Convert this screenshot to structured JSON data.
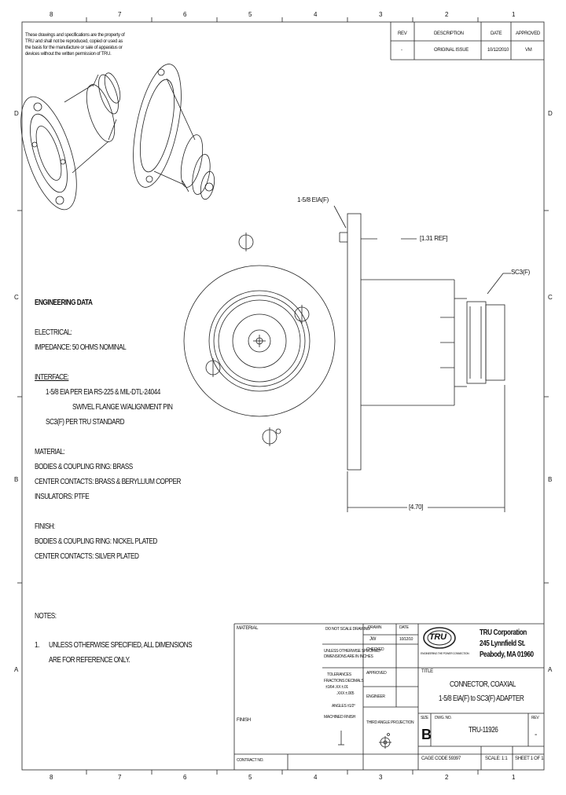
{
  "zone_labels_top": [
    "8",
    "7",
    "6",
    "5",
    "4",
    "3",
    "2",
    "1"
  ],
  "zone_labels_bottom": [
    "8",
    "7",
    "6",
    "5",
    "4",
    "3",
    "2",
    "1"
  ],
  "zone_labels_left": [
    "D",
    "C",
    "B",
    "A"
  ],
  "zone_labels_right": [
    "D",
    "C",
    "B",
    "A"
  ],
  "disclaimer": [
    "These drawings and specifications are the property of",
    "TRU and shall not be reproduced, copied or used as",
    "the basis for the manufacture or sale of apparatus or",
    "devices without the written permission of TRU."
  ],
  "revision_table": {
    "headers": [
      "REV",
      "DESCRIPTION",
      "DATE",
      "APPROVED"
    ],
    "row": [
      "-",
      "ORIGINAL ISSUE",
      "10/12/2010",
      "VM"
    ]
  },
  "callouts": {
    "eia": "1-5/8 EIA(F)",
    "dim1": "[1.31 REF]",
    "sc": "SC3(F)",
    "dim2": "[4.70]"
  },
  "engineering": {
    "heading": "ENGINEERING DATA",
    "electrical_heading": "ELECTRICAL:",
    "impedance": "IMPEDANCE:  50 OHMS NOMINAL",
    "interface_heading": "INTERFACE:",
    "interface_1": "1-5/8 EIA PER EIA RS-225 & MIL-DTL-24044",
    "interface_2": "SWIVEL FLANGE W/ALIGNMENT PIN",
    "interface_3": "SC3(F) PER TRU STANDARD",
    "material_heading": "MATERIAL:",
    "material_1": "BODIES & COUPLING RING:  BRASS",
    "material_2": "CENTER CONTACTS:  BRASS & BERYLLIUM COPPER",
    "material_3": "INSULATORS:  PTFE",
    "finish_heading": "FINISH:",
    "finish_1": "BODIES & COUPLING RING:  NICKEL PLATED",
    "finish_2": "CENTER CONTACTS:  SILVER PLATED"
  },
  "notes": {
    "heading": "NOTES:",
    "item_num": "1.",
    "item_1a": "UNLESS OTHERWISE SPECIFIED, ALL DIMENSIONS",
    "item_1b": "ARE FOR REFERENCE ONLY."
  },
  "title_block": {
    "material_label": "MATERIAL",
    "finish_label": "FINISH",
    "contract_label": "CONTRACT NO.",
    "scale_label": "DO NOT SCALE DRAWING",
    "dims_note_1": "UNLESS OTHERWISE SPECIFIED",
    "dims_note_2": "DIMENSIONS ARE IN INCHES",
    "tolerances": [
      "TOLERANCES",
      "FRACTIONS  DECIMALS",
      "±1/64   .XX ±.01",
      ".XXX ±.005",
      "ANGLES ±1/2°",
      "MACHINED FINISH"
    ],
    "drawn_label": "DRAWN",
    "drawn_by": "JW",
    "drawn_date": "10/12/10",
    "date_label": "DATE",
    "checked_label": "CHECKED",
    "approved_label": "APPROVED",
    "engineer_label": "ENGINEER",
    "third_angle": "THIRD ANGLE PROJECTION",
    "company": "TRU Corporation",
    "address_1": "245 Lynnfield St.",
    "address_2": "Peabody, MA 01960",
    "logo_text": "TRU",
    "tagline": "ENGINEERING THE POWER CONNECTION",
    "title_label": "TITLE",
    "title_1": "CONNECTOR, COAXIAL",
    "title_2": "1-5/8 EIA(F) to SC3(F) ADAPTER",
    "size_label": "SIZE",
    "size": "B",
    "dwg_label": "DWG. NO.",
    "dwg_no": "TRU-11926",
    "rev_label": "REV",
    "rev": "-",
    "cage_label": "CAGE CODE 59397",
    "scale": "SCALE: 1:1",
    "sheet": "SHEET 1 OF 1"
  }
}
